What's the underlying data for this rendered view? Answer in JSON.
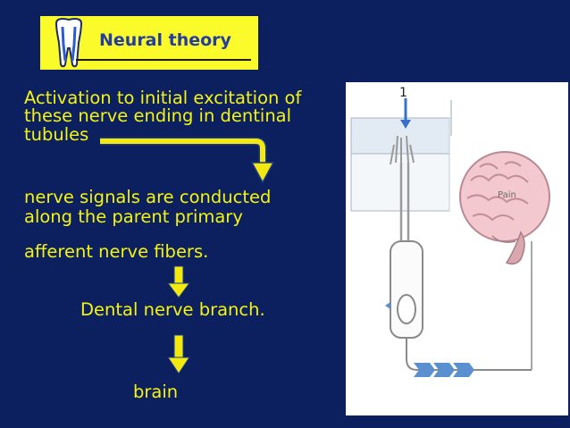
{
  "slide": {
    "title": "Neural theory",
    "text1_line1": "Activation to initial excitation of",
    "text1_line2": "these nerve ending in dentinal",
    "text1_line3": "tubules",
    "text2_line1": "nerve signals are conducted",
    "text2_line2": "along the parent primary",
    "text2_line3": "afferent nerve fibers.",
    "text3": "Dental nerve branch.",
    "text4": "brain"
  },
  "diagram": {
    "number_label": "1",
    "brain_label": "Pain"
  },
  "colors": {
    "background": "#0c2060",
    "title_box": "#fbfa2b",
    "title_text": "#233e9e",
    "body_text": "#f4f40e",
    "arrow": "#f4e90e",
    "arrow_stroke": "#1a3a8a"
  },
  "icons": [
    "tooth-icon",
    "down-arrow-icon",
    "bent-arrow-icon",
    "brain-icon",
    "nerve-cell-icon"
  ]
}
